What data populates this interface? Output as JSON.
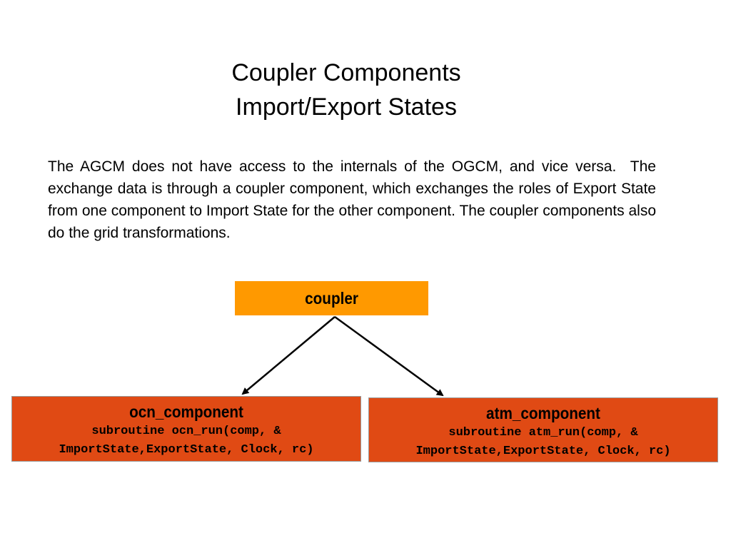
{
  "title": {
    "line1": "Coupler Components",
    "line2": "Import/Export States"
  },
  "description": "The AGCM does not have access to the internals of the OGCM, and vice versa.  The exchange data is through a coupler component, which exchanges the roles of Export State from one component to Import State for the other component. The coupler components also do the grid transformations.",
  "diagram": {
    "coupler": {
      "label": "coupler",
      "color": "#ff9900"
    },
    "components": [
      {
        "name": "ocn_component",
        "code_line1": "subroutine ocn_run(comp, &",
        "code_line2": "ImportState,ExportState, Clock, rc)"
      },
      {
        "name": "atm_component",
        "code_line1": "subroutine atm_run(comp, &",
        "code_line2": "ImportState,ExportState, Clock, rc)"
      }
    ],
    "component_color": "#e04a14",
    "arrow_color": "#000000"
  }
}
